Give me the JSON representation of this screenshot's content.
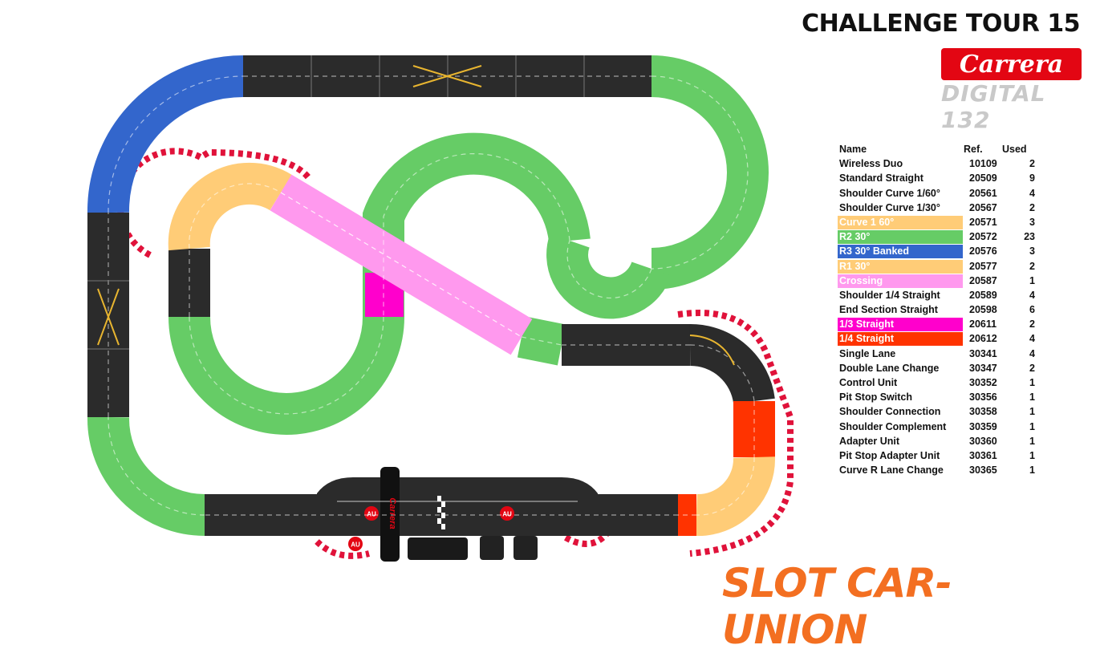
{
  "title": "CHALLENGE TOUR 15",
  "brand": {
    "carrera": "Carrera",
    "digital": "DIGITAL 132",
    "shop": "SLOT CAR-UNION"
  },
  "colors": {
    "curve_1_60": "#ffcc77",
    "r2_30": "#66cc66",
    "r3_30_banked": "#3366cc",
    "r1_30": "#ffcc77",
    "crossing": "#ff99ee",
    "straight_1_3": "#ff00cc",
    "straight_1_4": "#ff3300",
    "track_asphalt": "#2b2b2b",
    "curb_red": "#e0123a"
  },
  "legend": {
    "headers": {
      "name": "Name",
      "ref": "Ref.",
      "used": "Used"
    },
    "rows": [
      {
        "name": "Wireless Duo",
        "ref": "10109",
        "used": "2",
        "color": ""
      },
      {
        "name": "Standard Straight",
        "ref": "20509",
        "used": "9",
        "color": ""
      },
      {
        "name": "Shoulder Curve 1/60°",
        "ref": "20561",
        "used": "4",
        "color": ""
      },
      {
        "name": "Shoulder Curve 1/30°",
        "ref": "20567",
        "used": "2",
        "color": ""
      },
      {
        "name": "Curve 1 60°",
        "ref": "20571",
        "used": "3",
        "color": "#ffcc77"
      },
      {
        "name": "R2 30°",
        "ref": "20572",
        "used": "23",
        "color": "#66cc66"
      },
      {
        "name": "R3 30° Banked",
        "ref": "20576",
        "used": "3",
        "color": "#3366cc"
      },
      {
        "name": "R1 30°",
        "ref": "20577",
        "used": "2",
        "color": "#ffcc77"
      },
      {
        "name": "Crossing",
        "ref": "20587",
        "used": "1",
        "color": "#ff99ee"
      },
      {
        "name": "Shoulder 1/4 Straight",
        "ref": "20589",
        "used": "4",
        "color": ""
      },
      {
        "name": "End Section Straight",
        "ref": "20598",
        "used": "6",
        "color": ""
      },
      {
        "name": "1/3 Straight",
        "ref": "20611",
        "used": "2",
        "color": "#ff00cc"
      },
      {
        "name": "1/4 Straight",
        "ref": "20612",
        "used": "4",
        "color": "#ff3300"
      },
      {
        "name": "Single Lane",
        "ref": "30341",
        "used": "4",
        "color": ""
      },
      {
        "name": "Double Lane Change",
        "ref": "30347",
        "used": "2",
        "color": ""
      },
      {
        "name": "Control Unit",
        "ref": "30352",
        "used": "1",
        "color": ""
      },
      {
        "name": "Pit Stop Switch",
        "ref": "30356",
        "used": "1",
        "color": ""
      },
      {
        "name": "Shoulder Connection",
        "ref": "30358",
        "used": "1",
        "color": ""
      },
      {
        "name": "Shoulder Complement",
        "ref": "30359",
        "used": "1",
        "color": ""
      },
      {
        "name": "Adapter Unit",
        "ref": "30360",
        "used": "1",
        "color": ""
      },
      {
        "name": "Pit Stop Adapter Unit",
        "ref": "30361",
        "used": "1",
        "color": ""
      },
      {
        "name": "Curve R Lane Change",
        "ref": "30365",
        "used": "1",
        "color": ""
      }
    ]
  },
  "track_labels": {
    "au": "AU",
    "bridge": "Carrera"
  }
}
